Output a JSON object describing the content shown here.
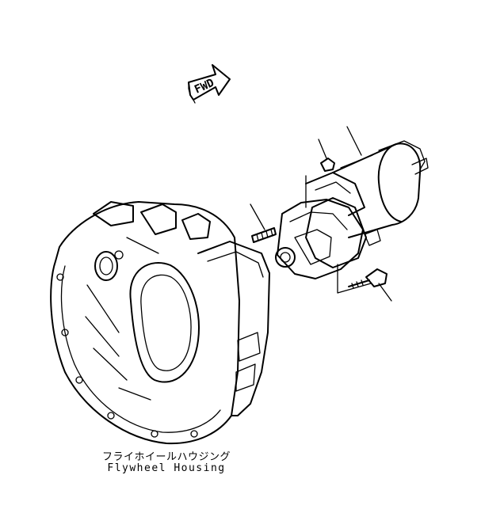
{
  "direction_badge": {
    "text": "FWD"
  },
  "part_label": {
    "japanese": "フライホイールハウジング",
    "english": "Flywheel Housing"
  }
}
